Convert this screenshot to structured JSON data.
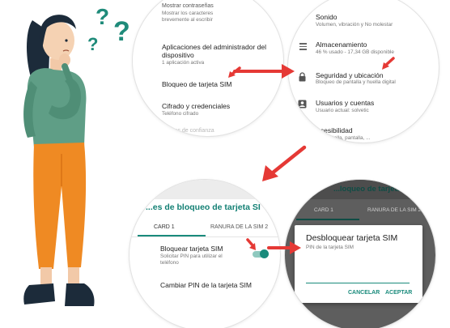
{
  "screen1": {
    "item0_title": "Mostrar contraseñas",
    "item0_sub1": "Mostrar los caracteres",
    "item0_sub2": "brevemente al escribir",
    "item1_title_l1": "Aplicaciones del administrador del",
    "item1_title_l2": "dispositivo",
    "item1_sub": "1 aplicación activa",
    "item2_title": "Bloqueo de tarjeta SIM",
    "item3_title": "Cifrado y credenciales",
    "item3_sub": "Teléfono cifrado",
    "item4_title": "...entes de confianza"
  },
  "screen2": {
    "item0_title": "Sonido",
    "item0_sub": "Volumen, vibración y No molestar",
    "item1_title": "Almacenamiento",
    "item1_sub": "46 % usado - 17,34 GB disponible",
    "item2_title": "Seguridad y ubicación",
    "item2_sub": "Bloqueo de pantalla y huella digital",
    "item3_title": "Usuarios y cuentas",
    "item3_sub": "Usuario actual: solvetic",
    "item4_title": "Accesibilidad",
    "item4_sub": "...de pantalla, pantalla, ..."
  },
  "screen3": {
    "header": "...es de bloqueo de tarjeta SI",
    "tab1": "CARD 1",
    "tab2": "RANURA DE LA SIM 2",
    "item0_title": "Bloquear tarjeta SIM",
    "item0_sub1": "Solicitar PIN para utilizar el",
    "item0_sub2": "teléfono",
    "item1_title": "Cambiar PIN de la tarjeta SIM"
  },
  "screen4": {
    "header": "...loqueo de tarjeta SI",
    "tab1": "CARD 1",
    "tab2": "RANURA DE LA SIM 2",
    "dialog_title": "Desbloquear tarjeta SIM",
    "dialog_sub": "PIN de la tarjeta SIM",
    "input_value": "",
    "cancel": "CANCELAR",
    "accept": "ACEPTAR"
  },
  "colors": {
    "accent": "#1a8b7c",
    "arrow": "#e53935",
    "shirt": "#5f9e86",
    "pants": "#ef8a23",
    "question": "#1f8b7a"
  },
  "icons": [
    "question-mark-icon",
    "storage-icon",
    "lock-icon",
    "account-icon",
    "accessibility-icon",
    "red-arrow-icon",
    "pointer-arrow-icon"
  ]
}
